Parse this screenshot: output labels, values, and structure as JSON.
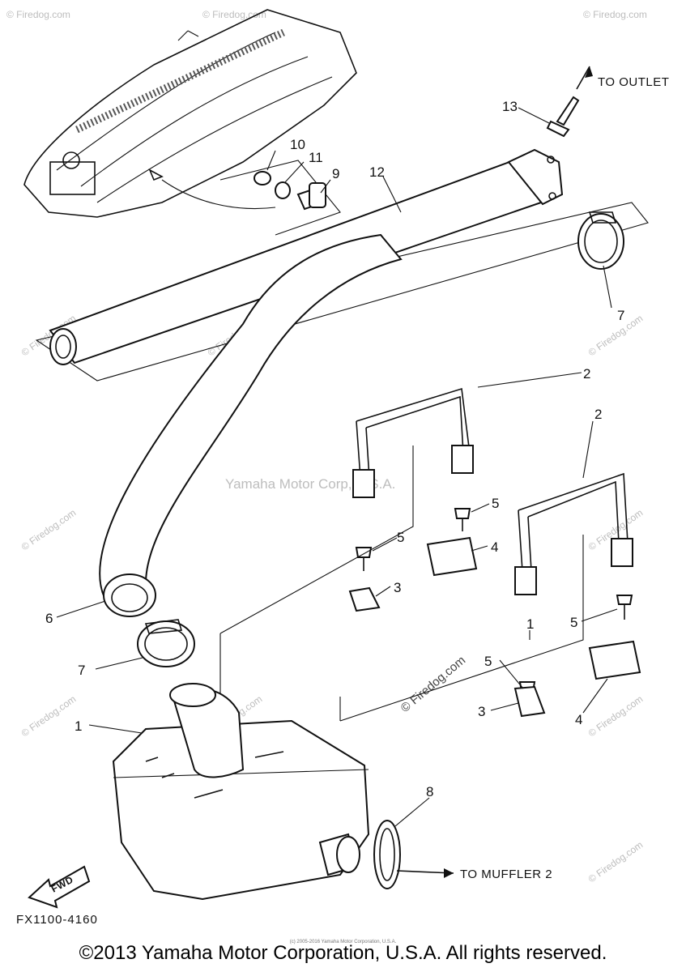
{
  "diagram": {
    "labels": {
      "to_outlet": "TO OUTLET",
      "to_muffler": "TO MUFFLER 2",
      "fwd": "FWD",
      "drawing_code": "FX1100-4160"
    },
    "callouts": [
      {
        "id": "p13",
        "text": "13"
      },
      {
        "id": "p10",
        "text": "10"
      },
      {
        "id": "p11",
        "text": "11"
      },
      {
        "id": "p9",
        "text": "9"
      },
      {
        "id": "p12",
        "text": "12"
      },
      {
        "id": "p7a",
        "text": "7"
      },
      {
        "id": "p2a",
        "text": "2"
      },
      {
        "id": "p2b",
        "text": "2"
      },
      {
        "id": "p5a",
        "text": "5"
      },
      {
        "id": "p5b",
        "text": "5"
      },
      {
        "id": "p4a",
        "text": "4"
      },
      {
        "id": "p3a",
        "text": "3"
      },
      {
        "id": "p6",
        "text": "6"
      },
      {
        "id": "p7b",
        "text": "7"
      },
      {
        "id": "p1a",
        "text": "1"
      },
      {
        "id": "p5c",
        "text": "5"
      },
      {
        "id": "p5d",
        "text": "5"
      },
      {
        "id": "p3b",
        "text": "3"
      },
      {
        "id": "p4b",
        "text": "4"
      },
      {
        "id": "p1b",
        "text": "1"
      },
      {
        "id": "p8",
        "text": "8"
      }
    ],
    "watermark_center": "Yamaha Motor Corp, U.S.A.",
    "watermark_site": "© Firedog.com",
    "watermark_diag": "© Firedog.com"
  },
  "footer": {
    "copyright": "©2013 Yamaha Motor Corporation, U.S.A. All rights reserved.",
    "tiny": "(c) 2005-2016 Yamaha Motor Corporation, U.S.A."
  }
}
